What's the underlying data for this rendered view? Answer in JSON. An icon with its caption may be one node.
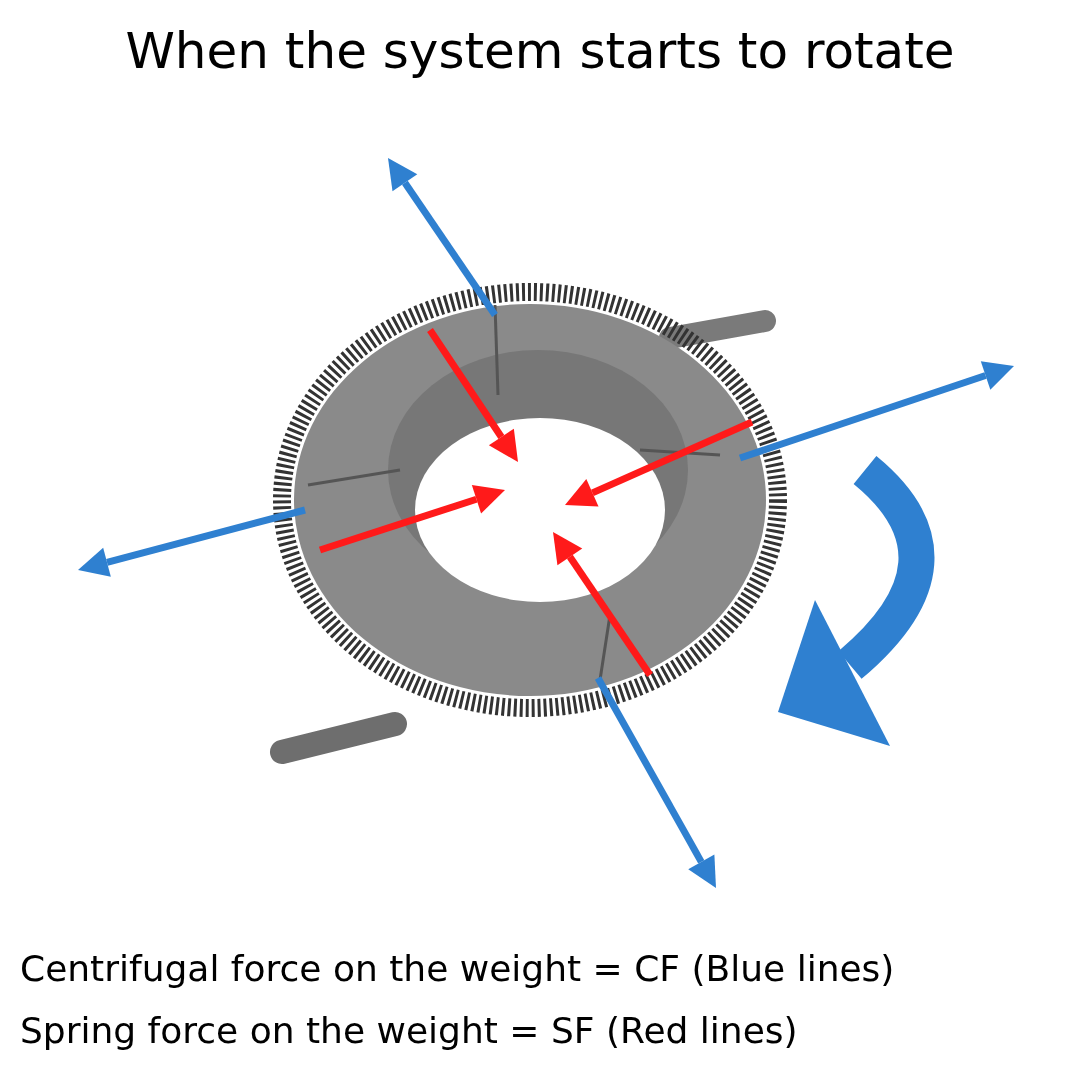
{
  "diagram": {
    "title": "When the system starts to rotate",
    "legend": [
      {
        "text": "Centrifugal force on the weight = CF (Blue lines)",
        "color": "#2f80d0"
      },
      {
        "text": "Spring force on the weight = SF (Red lines)",
        "color": "#ff1a1a"
      }
    ]
  }
}
